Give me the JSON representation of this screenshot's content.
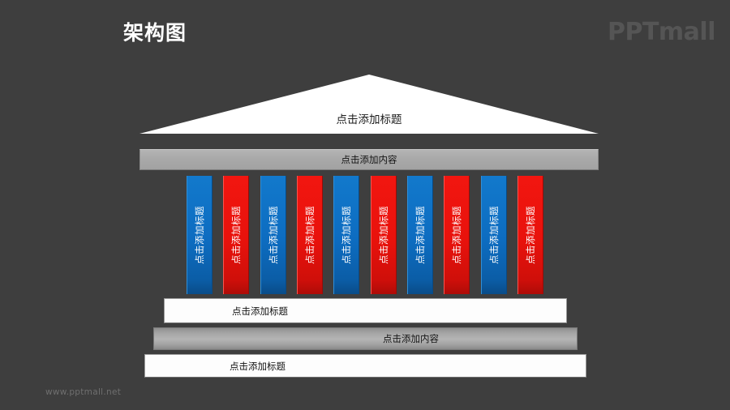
{
  "slide": {
    "title": "架构图",
    "brand_logo": "PPTmall",
    "footer_watermark": "www.pptmall.net",
    "background_color": "#3e3e3e"
  },
  "temple": {
    "pediment": {
      "label": "点击添加标题",
      "fill_color": "#ffffff",
      "text_color": "#1c1c1c"
    },
    "architrave": {
      "label": "点击添加内容",
      "fill_color": "#a9a9a9",
      "text_color": "#141414"
    },
    "columns": {
      "count": 10,
      "blue_color": "#0d6cc0",
      "red_color": "#e8120c",
      "text_color": "#ffffff",
      "items": [
        {
          "label": "点击添加标题",
          "color": "blue"
        },
        {
          "label": "点击添加标题",
          "color": "red"
        },
        {
          "label": "点击添加标题",
          "color": "blue"
        },
        {
          "label": "点击添加标题",
          "color": "red"
        },
        {
          "label": "点击添加标题",
          "color": "blue"
        },
        {
          "label": "点击添加标题",
          "color": "red"
        },
        {
          "label": "点击添加标题",
          "color": "blue"
        },
        {
          "label": "点击添加标题",
          "color": "red"
        },
        {
          "label": "点击添加标题",
          "color": "blue"
        },
        {
          "label": "点击添加标题",
          "color": "red"
        }
      ]
    },
    "steps": [
      {
        "label": "点击添加标题",
        "fill_color": "#fdfdfd",
        "text_color": "#141414"
      },
      {
        "label": "点击添加内容",
        "fill_color": "#b5b5b5",
        "text_color": "#141414"
      },
      {
        "label": "点击添加标题",
        "fill_color": "#fdfdfd",
        "text_color": "#141414"
      }
    ]
  }
}
